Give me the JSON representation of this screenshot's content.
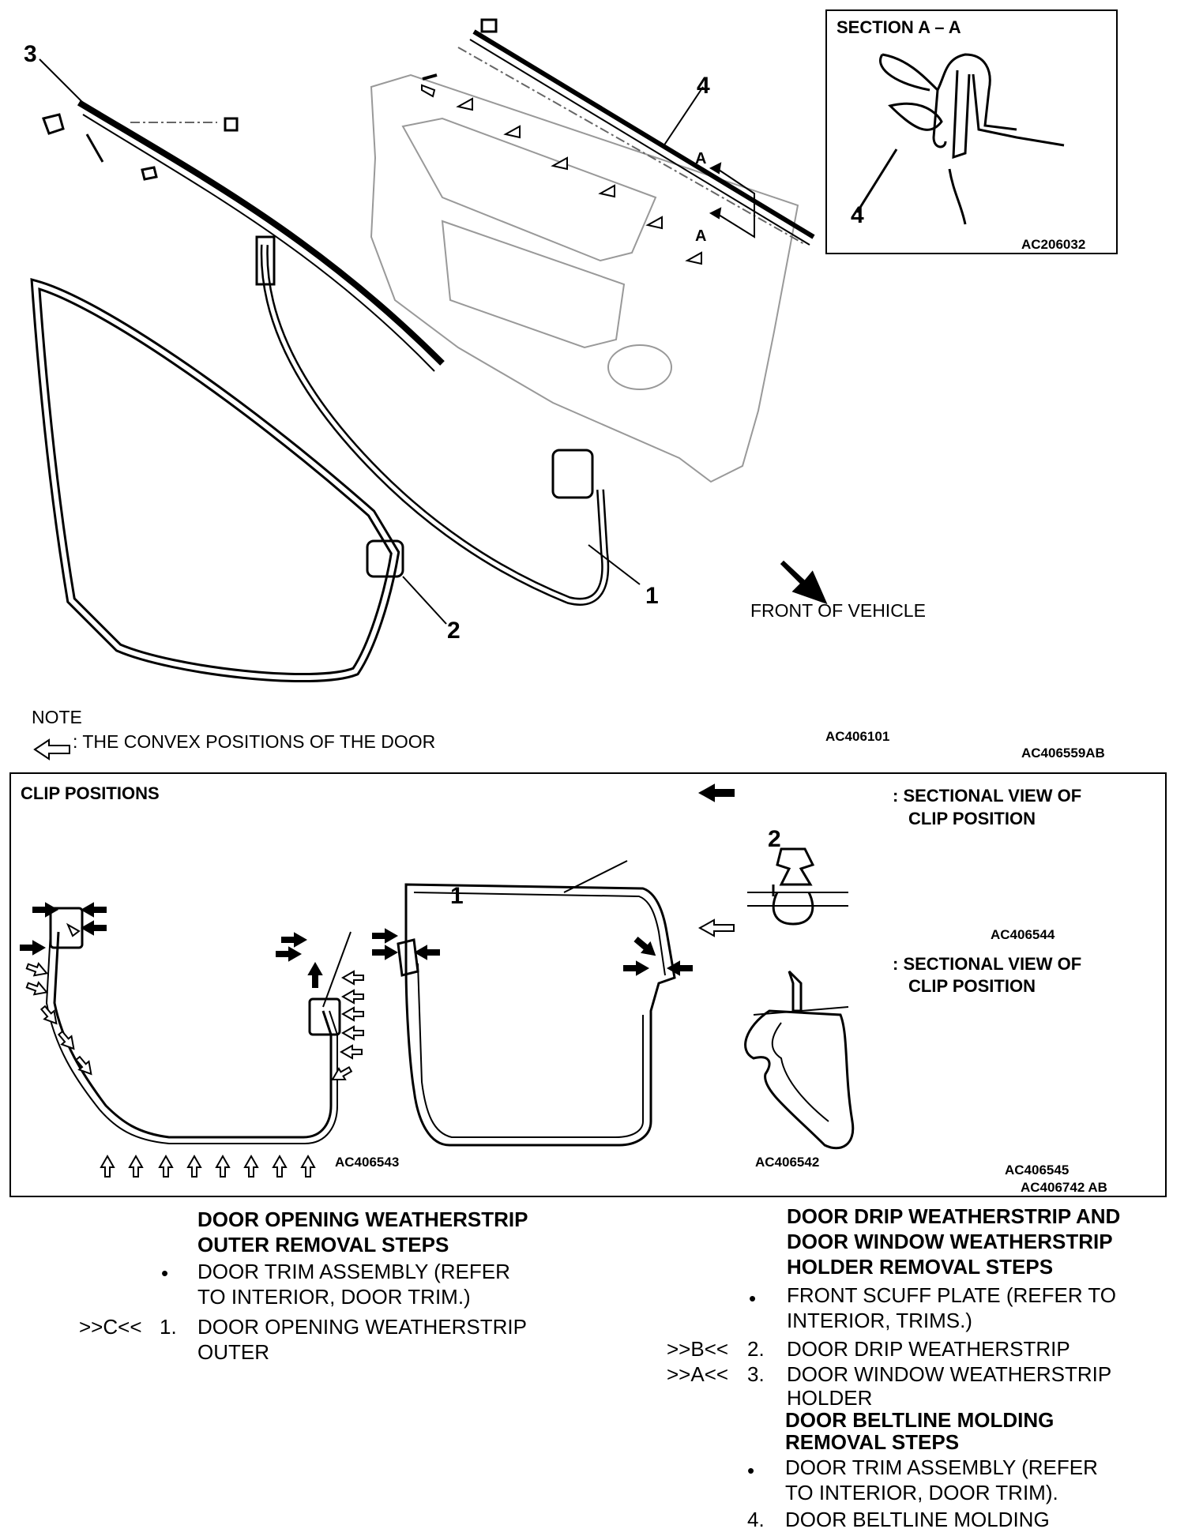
{
  "top_diagram": {
    "callouts": {
      "c1": "1",
      "c2": "2",
      "c3": "3",
      "c4": "4"
    },
    "section_label_a1": "A",
    "section_label_a2": "A",
    "front_of_vehicle": "FRONT OF VEHICLE",
    "figure_code_1": "AC406101",
    "figure_code_2": "AC406559AB",
    "note_title": "NOTE",
    "note_text": ": THE CONVEX POSITIONS OF THE DOOR"
  },
  "section_view": {
    "title": "SECTION A – A",
    "callout": "4",
    "code": "AC206032"
  },
  "clip_positions": {
    "title": "CLIP POSITIONS",
    "callout_1": "1",
    "callout_2": "2",
    "code_left": "AC406543",
    "code_mid": "AC406542",
    "legend_solid_line1": ": SECTIONAL VIEW OF",
    "legend_solid_line2": "CLIP POSITION",
    "legend_solid_code": "AC406544",
    "legend_hollow_line1": ": SECTIONAL VIEW OF",
    "legend_hollow_line2": "CLIP POSITION",
    "legend_hollow_code": "AC406545",
    "panel_code": "AC406742 AB"
  },
  "steps_left": {
    "heading1": "DOOR OPENING WEATHERSTRIP",
    "heading2": "OUTER REMOVAL STEPS",
    "bullet": "•",
    "item0_line1": "DOOR TRIM ASSEMBLY (REFER",
    "item0_line2": "TO INTERIOR, DOOR TRIM.)",
    "item1_ref": ">>C<<",
    "item1_num": "1.",
    "item1_line1": "DOOR OPENING WEATHERSTRIP",
    "item1_line2": "OUTER"
  },
  "steps_right": {
    "heading1": "DOOR DRIP WEATHERSTRIP AND",
    "heading2": "DOOR WINDOW WEATHERSTRIP",
    "heading3": "HOLDER REMOVAL STEPS",
    "bullet": "•",
    "item0_line1": "FRONT SCUFF PLATE (REFER TO",
    "item0_line2": "INTERIOR, TRIMS.)",
    "item2_ref": ">>B<<",
    "item2_num": "2.",
    "item2_text": "DOOR DRIP WEATHERSTRIP",
    "item3_ref": ">>A<<",
    "item3_num": "3.",
    "item3_line1": "DOOR WINDOW WEATHERSTRIP",
    "item3_line2": "HOLDER",
    "heading4": "DOOR BELTLINE MOLDING",
    "heading5": "REMOVAL STEPS",
    "bullet2": "•",
    "item4_line1": "DOOR TRIM ASSEMBLY (REFER",
    "item4_line2": "TO INTERIOR, DOOR TRIM).",
    "item5_num": "4.",
    "item5_text": "DOOR BELTLINE MOLDING"
  }
}
